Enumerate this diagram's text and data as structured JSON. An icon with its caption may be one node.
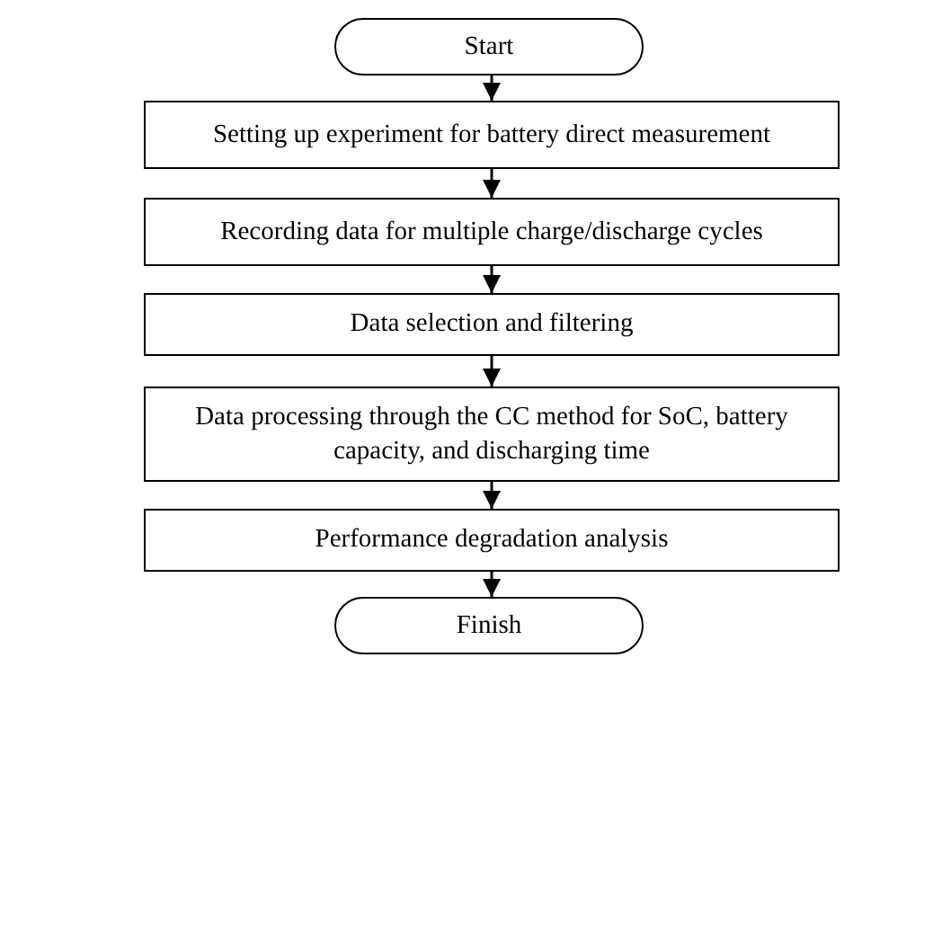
{
  "diagram": {
    "nodes": [
      {
        "text": [
          "Start"
        ]
      },
      {
        "text": [
          "Setting up experiment for battery direct measurement"
        ]
      },
      {
        "text": [
          "Recording data for multiple charge/discharge cycles"
        ]
      },
      {
        "text": [
          "Data selection and filtering"
        ]
      },
      {
        "text": [
          "Data processing through the CC method for SoC, battery capacity, and discharging time"
        ]
      },
      {
        "text": [
          "Performance degradation analysis"
        ]
      },
      {
        "text": [
          "Finish"
        ]
      }
    ],
    "edges": [
      {
        "from": 0,
        "to": 1,
        "arrow": "to"
      },
      {
        "from": 1,
        "to": 2,
        "arrow": "to"
      },
      {
        "from": 2,
        "to": 3,
        "arrow": "to"
      },
      {
        "from": 3,
        "to": 4,
        "arrow": "to"
      },
      {
        "from": 4,
        "to": 5,
        "arrow": "to"
      },
      {
        "from": 5,
        "to": 6,
        "arrow": "to"
      }
    ]
  }
}
